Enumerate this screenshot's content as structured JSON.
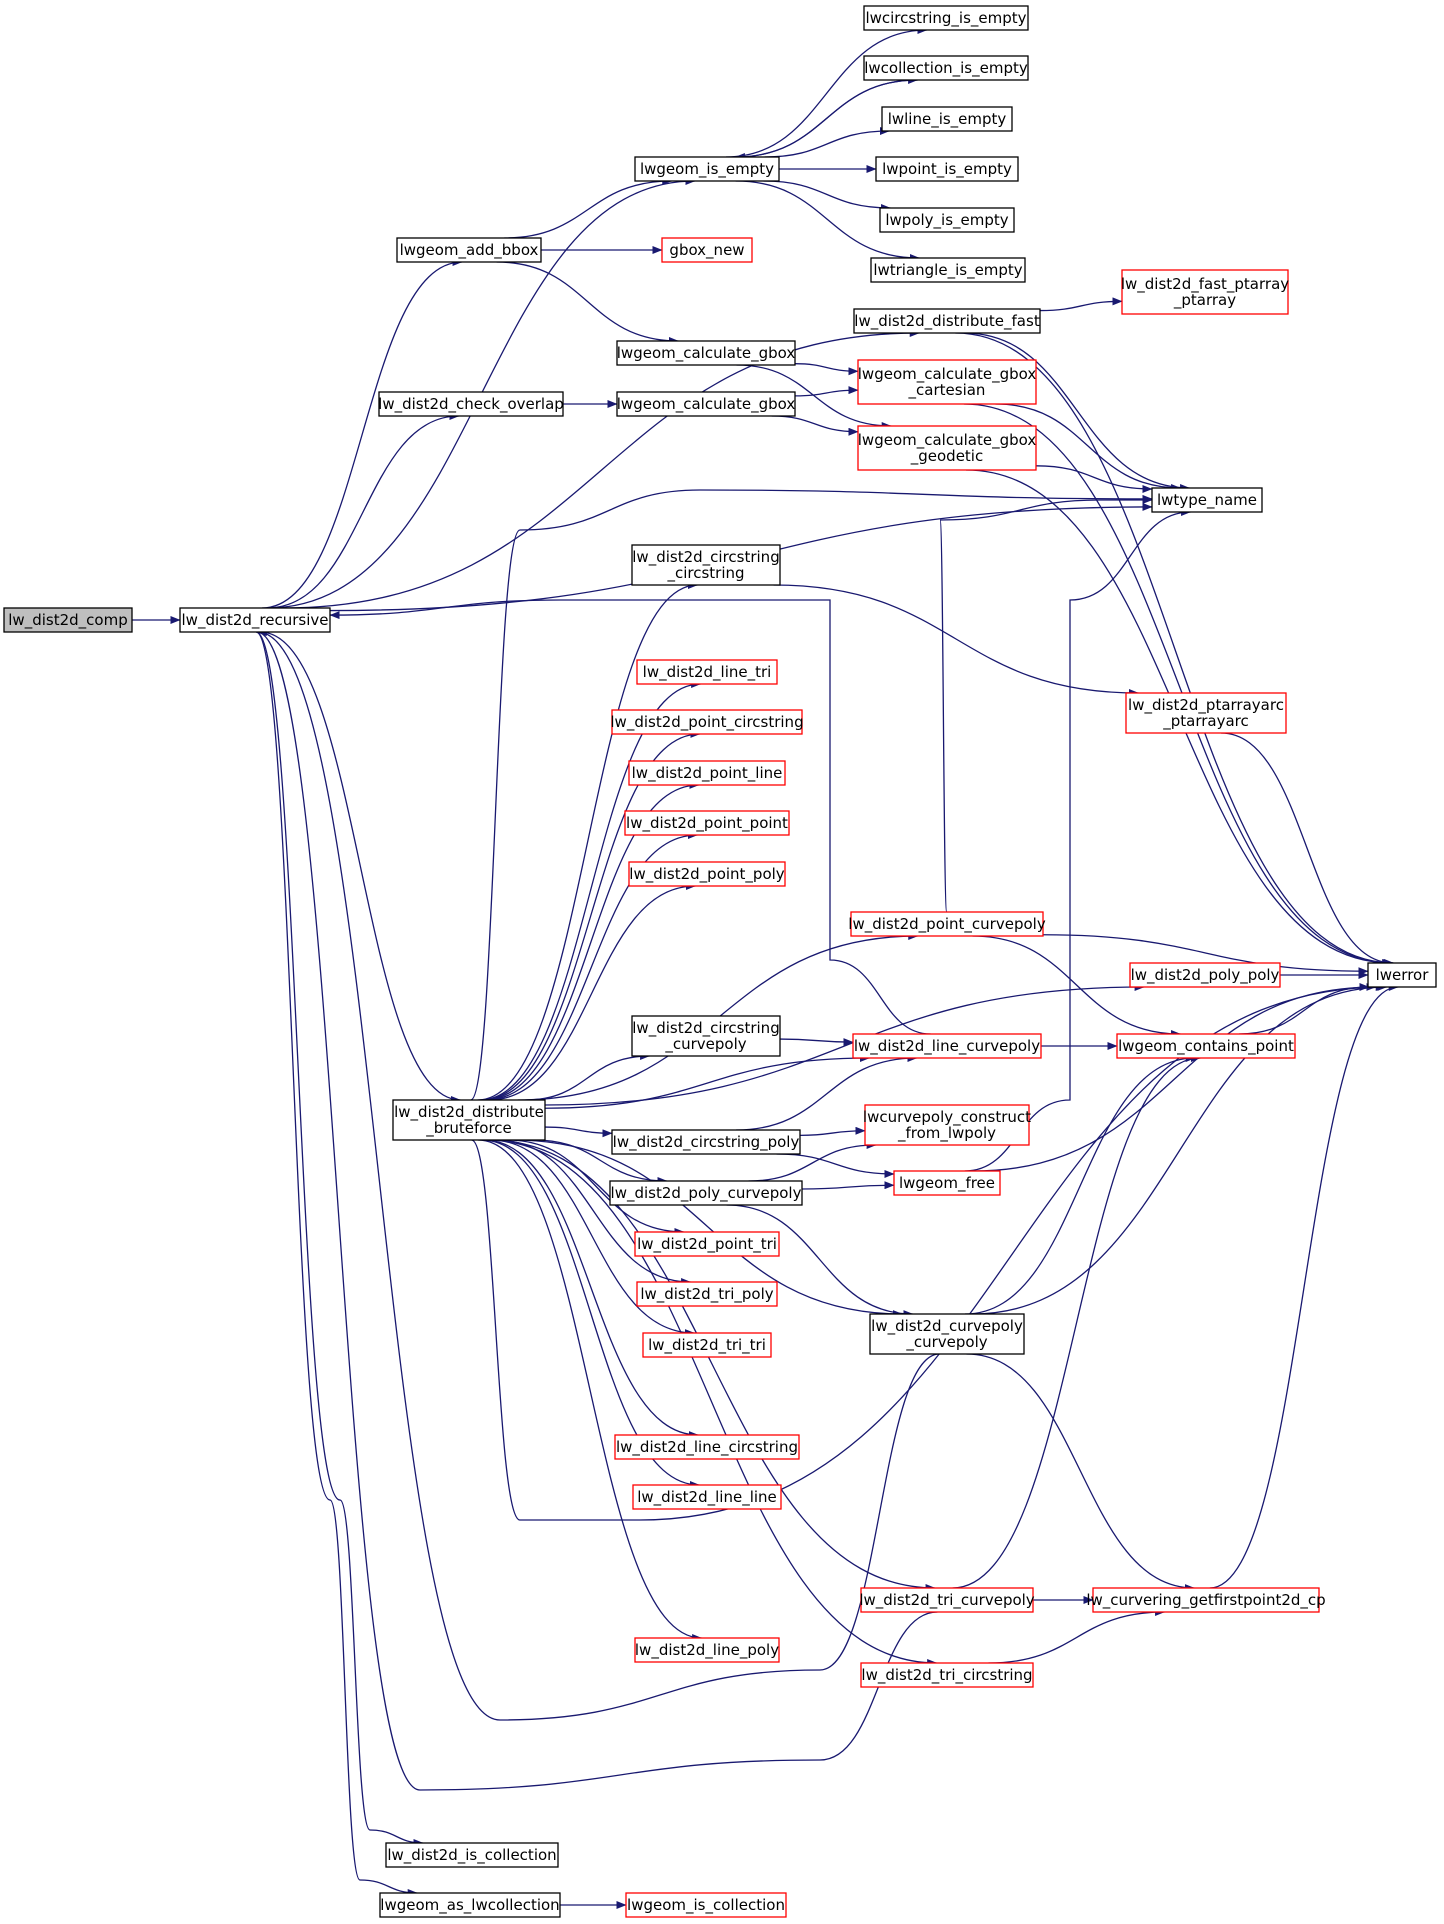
{
  "colors": {
    "edge": "#191970",
    "node_border_normal": "#000000",
    "node_border_linked": "#ff0000",
    "node_fill_root": "#bfbfbf",
    "node_fill": "#ffffff"
  },
  "nodes": [
    {
      "id": "lw_dist2d_comp",
      "lines": [
        "lw_dist2d_comp"
      ],
      "style": "root"
    },
    {
      "id": "lw_dist2d_recursive",
      "lines": [
        "lw_dist2d_recursive"
      ],
      "style": "black"
    },
    {
      "id": "lwcircstring_is_empty",
      "lines": [
        "lwcircstring_is_empty"
      ],
      "style": "black"
    },
    {
      "id": "lwcollection_is_empty",
      "lines": [
        "lwcollection_is_empty"
      ],
      "style": "black"
    },
    {
      "id": "lwline_is_empty",
      "lines": [
        "lwline_is_empty"
      ],
      "style": "black"
    },
    {
      "id": "lwgeom_is_empty",
      "lines": [
        "lwgeom_is_empty"
      ],
      "style": "black"
    },
    {
      "id": "lwpoint_is_empty",
      "lines": [
        "lwpoint_is_empty"
      ],
      "style": "black"
    },
    {
      "id": "lwpoly_is_empty",
      "lines": [
        "lwpoly_is_empty"
      ],
      "style": "black"
    },
    {
      "id": "lwgeom_add_bbox",
      "lines": [
        "lwgeom_add_bbox"
      ],
      "style": "black"
    },
    {
      "id": "gbox_new",
      "lines": [
        "gbox_new"
      ],
      "style": "red"
    },
    {
      "id": "lwtriangle_is_empty",
      "lines": [
        "lwtriangle_is_empty"
      ],
      "style": "black"
    },
    {
      "id": "lw_dist2d_fast_ptarray_ptarray",
      "lines": [
        "lw_dist2d_fast_ptarray",
        "_ptarray"
      ],
      "style": "red"
    },
    {
      "id": "lw_dist2d_distribute_fast",
      "lines": [
        "lw_dist2d_distribute_fast"
      ],
      "style": "black"
    },
    {
      "id": "lwgeom_calculate_gbox_1",
      "lines": [
        "lwgeom_calculate_gbox"
      ],
      "style": "black"
    },
    {
      "id": "lwgeom_calculate_gbox_cartesian",
      "lines": [
        "lwgeom_calculate_gbox",
        "_cartesian"
      ],
      "style": "red"
    },
    {
      "id": "lw_dist2d_check_overlap",
      "lines": [
        "lw_dist2d_check_overlap"
      ],
      "style": "black"
    },
    {
      "id": "lwgeom_calculate_gbox_2",
      "lines": [
        "lwgeom_calculate_gbox"
      ],
      "style": "black"
    },
    {
      "id": "lwgeom_calculate_gbox_geodetic",
      "lines": [
        "lwgeom_calculate_gbox",
        "_geodetic"
      ],
      "style": "red"
    },
    {
      "id": "lwtype_name",
      "lines": [
        "lwtype_name"
      ],
      "style": "black"
    },
    {
      "id": "lw_dist2d_circstring_circstring",
      "lines": [
        "lw_dist2d_circstring",
        "_circstring"
      ],
      "style": "black"
    },
    {
      "id": "lw_dist2d_line_tri",
      "lines": [
        "lw_dist2d_line_tri"
      ],
      "style": "red"
    },
    {
      "id": "lw_dist2d_ptarrayarc_ptarrayarc",
      "lines": [
        "lw_dist2d_ptarrayarc",
        "_ptarrayarc"
      ],
      "style": "red"
    },
    {
      "id": "lw_dist2d_point_circstring",
      "lines": [
        "lw_dist2d_point_circstring"
      ],
      "style": "red"
    },
    {
      "id": "lw_dist2d_point_line",
      "lines": [
        "lw_dist2d_point_line"
      ],
      "style": "red"
    },
    {
      "id": "lw_dist2d_point_point",
      "lines": [
        "lw_dist2d_point_point"
      ],
      "style": "red"
    },
    {
      "id": "lw_dist2d_point_poly",
      "lines": [
        "lw_dist2d_point_poly"
      ],
      "style": "red"
    },
    {
      "id": "lw_dist2d_point_curvepoly",
      "lines": [
        "lw_dist2d_point_curvepoly"
      ],
      "style": "red"
    },
    {
      "id": "lw_dist2d_poly_poly",
      "lines": [
        "lw_dist2d_poly_poly"
      ],
      "style": "red"
    },
    {
      "id": "lwerror",
      "lines": [
        "lwerror"
      ],
      "style": "black"
    },
    {
      "id": "lw_dist2d_circstring_curvepoly",
      "lines": [
        "lw_dist2d_circstring",
        "_curvepoly"
      ],
      "style": "black"
    },
    {
      "id": "lw_dist2d_line_curvepoly",
      "lines": [
        "lw_dist2d_line_curvepoly"
      ],
      "style": "red"
    },
    {
      "id": "lwgeom_contains_point",
      "lines": [
        "lwgeom_contains_point"
      ],
      "style": "red"
    },
    {
      "id": "lw_dist2d_distribute_bruteforce",
      "lines": [
        "lw_dist2d_distribute",
        "_bruteforce"
      ],
      "style": "black"
    },
    {
      "id": "lwcurvepoly_construct_from_lwpoly",
      "lines": [
        "lwcurvepoly_construct",
        "_from_lwpoly"
      ],
      "style": "red"
    },
    {
      "id": "lw_dist2d_circstring_poly",
      "lines": [
        "lw_dist2d_circstring_poly"
      ],
      "style": "black"
    },
    {
      "id": "lw_dist2d_poly_curvepoly",
      "lines": [
        "lw_dist2d_poly_curvepoly"
      ],
      "style": "black"
    },
    {
      "id": "lwgeom_free",
      "lines": [
        "lwgeom_free"
      ],
      "style": "red"
    },
    {
      "id": "lw_dist2d_point_tri",
      "lines": [
        "lw_dist2d_point_tri"
      ],
      "style": "red"
    },
    {
      "id": "lw_dist2d_tri_poly",
      "lines": [
        "lw_dist2d_tri_poly"
      ],
      "style": "red"
    },
    {
      "id": "lw_dist2d_curvepoly_curvepoly",
      "lines": [
        "lw_dist2d_curvepoly",
        "_curvepoly"
      ],
      "style": "black"
    },
    {
      "id": "lw_dist2d_tri_tri",
      "lines": [
        "lw_dist2d_tri_tri"
      ],
      "style": "red"
    },
    {
      "id": "lw_dist2d_line_circstring",
      "lines": [
        "lw_dist2d_line_circstring"
      ],
      "style": "red"
    },
    {
      "id": "lw_dist2d_line_line",
      "lines": [
        "lw_dist2d_line_line"
      ],
      "style": "red"
    },
    {
      "id": "lw_dist2d_tri_curvepoly",
      "lines": [
        "lw_dist2d_tri_curvepoly"
      ],
      "style": "red"
    },
    {
      "id": "lw_curvering_getfirstpoint2d_cp",
      "lines": [
        "lw_curvering_getfirstpoint2d_cp"
      ],
      "style": "red"
    },
    {
      "id": "lw_dist2d_line_poly",
      "lines": [
        "lw_dist2d_line_poly"
      ],
      "style": "red"
    },
    {
      "id": "lw_dist2d_tri_circstring",
      "lines": [
        "lw_dist2d_tri_circstring"
      ],
      "style": "red"
    },
    {
      "id": "lw_dist2d_is_collection",
      "lines": [
        "lw_dist2d_is_collection"
      ],
      "style": "black"
    },
    {
      "id": "lwgeom_as_lwcollection",
      "lines": [
        "lwgeom_as_lwcollection"
      ],
      "style": "black"
    },
    {
      "id": "lwgeom_is_collection",
      "lines": [
        "lwgeom_is_collection"
      ],
      "style": "red"
    }
  ],
  "edges": [
    [
      "lw_dist2d_comp",
      "lw_dist2d_recursive"
    ],
    [
      "lw_dist2d_recursive",
      "lwgeom_is_empty"
    ],
    [
      "lw_dist2d_recursive",
      "lwgeom_add_bbox"
    ],
    [
      "lw_dist2d_recursive",
      "lw_dist2d_distribute_fast"
    ],
    [
      "lw_dist2d_recursive",
      "lw_dist2d_check_overlap"
    ],
    [
      "lw_dist2d_recursive",
      "lwtype_name"
    ],
    [
      "lw_dist2d_recursive",
      "lw_dist2d_distribute_bruteforce"
    ],
    [
      "lw_dist2d_recursive",
      "lw_dist2d_is_collection"
    ],
    [
      "lw_dist2d_recursive",
      "lwgeom_as_lwcollection"
    ],
    [
      "lwgeom_is_empty",
      "lwcircstring_is_empty"
    ],
    [
      "lwgeom_is_empty",
      "lwcollection_is_empty"
    ],
    [
      "lwgeom_is_empty",
      "lwline_is_empty"
    ],
    [
      "lwgeom_is_empty",
      "lwpoint_is_empty"
    ],
    [
      "lwgeom_is_empty",
      "lwpoly_is_empty"
    ],
    [
      "lwgeom_is_empty",
      "lwtriangle_is_empty"
    ],
    [
      "lwcollection_is_empty",
      "lwgeom_is_empty"
    ],
    [
      "lwgeom_add_bbox",
      "lwgeom_is_empty"
    ],
    [
      "lwgeom_add_bbox",
      "gbox_new"
    ],
    [
      "lwgeom_add_bbox",
      "lwgeom_calculate_gbox_1"
    ],
    [
      "lw_dist2d_distribute_fast",
      "lw_dist2d_fast_ptarray_ptarray"
    ],
    [
      "lw_dist2d_distribute_fast",
      "lwtype_name"
    ],
    [
      "lw_dist2d_distribute_fast",
      "lwerror"
    ],
    [
      "lwgeom_calculate_gbox_1",
      "lwgeom_calculate_gbox_cartesian"
    ],
    [
      "lwgeom_calculate_gbox_1",
      "lwgeom_calculate_gbox_geodetic"
    ],
    [
      "lw_dist2d_check_overlap",
      "lwgeom_calculate_gbox_2"
    ],
    [
      "lwgeom_calculate_gbox_2",
      "lwgeom_calculate_gbox_cartesian"
    ],
    [
      "lwgeom_calculate_gbox_2",
      "lwgeom_calculate_gbox_geodetic"
    ],
    [
      "lwgeom_calculate_gbox_cartesian",
      "lwtype_name"
    ],
    [
      "lwgeom_calculate_gbox_cartesian",
      "lwerror"
    ],
    [
      "lwgeom_calculate_gbox_geodetic",
      "lwtype_name"
    ],
    [
      "lwgeom_calculate_gbox_geodetic",
      "lwerror"
    ],
    [
      "lw_dist2d_distribute_bruteforce",
      "lw_dist2d_circstring_circstring"
    ],
    [
      "lw_dist2d_distribute_bruteforce",
      "lw_dist2d_line_tri"
    ],
    [
      "lw_dist2d_distribute_bruteforce",
      "lw_dist2d_point_circstring"
    ],
    [
      "lw_dist2d_distribute_bruteforce",
      "lw_dist2d_point_line"
    ],
    [
      "lw_dist2d_distribute_bruteforce",
      "lw_dist2d_point_point"
    ],
    [
      "lw_dist2d_distribute_bruteforce",
      "lw_dist2d_point_poly"
    ],
    [
      "lw_dist2d_distribute_bruteforce",
      "lw_dist2d_point_curvepoly"
    ],
    [
      "lw_dist2d_distribute_bruteforce",
      "lw_dist2d_poly_poly"
    ],
    [
      "lw_dist2d_distribute_bruteforce",
      "lw_dist2d_circstring_curvepoly"
    ],
    [
      "lw_dist2d_distribute_bruteforce",
      "lw_dist2d_line_curvepoly"
    ],
    [
      "lw_dist2d_distribute_bruteforce",
      "lw_dist2d_circstring_poly"
    ],
    [
      "lw_dist2d_distribute_bruteforce",
      "lw_dist2d_poly_curvepoly"
    ],
    [
      "lw_dist2d_distribute_bruteforce",
      "lw_dist2d_point_tri"
    ],
    [
      "lw_dist2d_distribute_bruteforce",
      "lw_dist2d_tri_poly"
    ],
    [
      "lw_dist2d_distribute_bruteforce",
      "lw_dist2d_tri_tri"
    ],
    [
      "lw_dist2d_distribute_bruteforce",
      "lw_dist2d_curvepoly_curvepoly"
    ],
    [
      "lw_dist2d_distribute_bruteforce",
      "lw_dist2d_line_circstring"
    ],
    [
      "lw_dist2d_distribute_bruteforce",
      "lw_dist2d_line_line"
    ],
    [
      "lw_dist2d_distribute_bruteforce",
      "lwerror"
    ],
    [
      "lw_dist2d_distribute_bruteforce",
      "lw_dist2d_tri_curvepoly"
    ],
    [
      "lw_dist2d_distribute_bruteforce",
      "lw_dist2d_line_poly"
    ],
    [
      "lw_dist2d_distribute_bruteforce",
      "lw_dist2d_tri_circstring"
    ],
    [
      "lw_dist2d_distribute_bruteforce",
      "lwtype_name"
    ],
    [
      "lw_dist2d_circstring_circstring",
      "lw_dist2d_ptarrayarc_ptarrayarc"
    ],
    [
      "lw_dist2d_ptarrayarc_ptarrayarc",
      "lwerror"
    ],
    [
      "lw_dist2d_point_curvepoly",
      "lwerror"
    ],
    [
      "lw_dist2d_point_curvepoly",
      "lwgeom_contains_point"
    ],
    [
      "lw_dist2d_point_curvepoly",
      "lwtype_name"
    ],
    [
      "lw_dist2d_poly_poly",
      "lwerror"
    ],
    [
      "lw_dist2d_circstring_curvepoly",
      "lw_dist2d_line_curvepoly"
    ],
    [
      "lw_dist2d_line_curvepoly",
      "lwgeom_contains_point"
    ],
    [
      "lw_dist2d_line_curvepoly",
      "lw_dist2d_recursive"
    ],
    [
      "lwgeom_contains_point",
      "lwerror"
    ],
    [
      "lw_dist2d_circstring_poly",
      "lw_dist2d_line_curvepoly"
    ],
    [
      "lw_dist2d_circstring_poly",
      "lwcurvepoly_construct_from_lwpoly"
    ],
    [
      "lw_dist2d_circstring_poly",
      "lwgeom_free"
    ],
    [
      "lw_dist2d_poly_curvepoly",
      "lwcurvepoly_construct_from_lwpoly"
    ],
    [
      "lw_dist2d_poly_curvepoly",
      "lwgeom_free"
    ],
    [
      "lw_dist2d_poly_curvepoly",
      "lw_dist2d_curvepoly_curvepoly"
    ],
    [
      "lwgeom_free",
      "lwtype_name"
    ],
    [
      "lwgeom_free",
      "lwerror"
    ],
    [
      "lw_dist2d_curvepoly_curvepoly",
      "lwgeom_contains_point"
    ],
    [
      "lw_dist2d_curvepoly_curvepoly",
      "lwerror"
    ],
    [
      "lw_dist2d_curvepoly_curvepoly",
      "lw_curvering_getfirstpoint2d_cp"
    ],
    [
      "lw_dist2d_curvepoly_curvepoly",
      "lw_dist2d_recursive"
    ],
    [
      "lw_dist2d_tri_curvepoly",
      "lw_curvering_getfirstpoint2d_cp"
    ],
    [
      "lw_dist2d_tri_curvepoly",
      "lwgeom_contains_point"
    ],
    [
      "lw_dist2d_tri_curvepoly",
      "lw_dist2d_recursive"
    ],
    [
      "lw_dist2d_tri_circstring",
      "lw_curvering_getfirstpoint2d_cp"
    ],
    [
      "lw_curvering_getfirstpoint2d_cp",
      "lwerror"
    ],
    [
      "lwgeom_as_lwcollection",
      "lwgeom_is_collection"
    ]
  ]
}
